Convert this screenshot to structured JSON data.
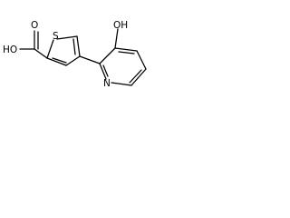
{
  "molecule": {
    "atoms": {
      "hydroxyl_top": "OH",
      "carboxyl_O": "O",
      "carboxyl_OH": "HO",
      "thiophene_S": "S",
      "pyridine_N": "N"
    },
    "colors": {
      "bond": "#000000",
      "text": "#000000",
      "background": "#ffffff"
    }
  }
}
